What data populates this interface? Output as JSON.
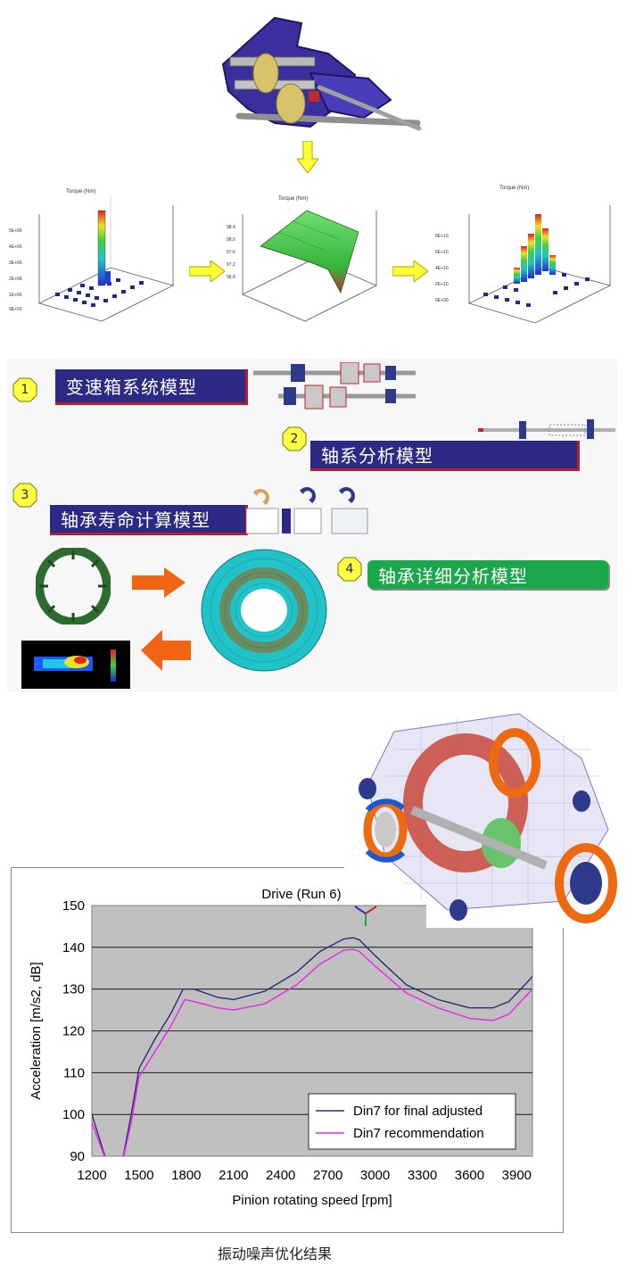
{
  "steps": [
    {
      "number": "1",
      "label": "变速箱系统模型"
    },
    {
      "number": "2",
      "label": "轴系分析模型"
    },
    {
      "number": "3",
      "label": "轴承寿命计算模型"
    },
    {
      "number": "4",
      "label": "轴承详细分析模型"
    }
  ],
  "caption": "振动噪声优化结果",
  "colors": {
    "banner_blue": "#2d2a86",
    "banner_green": "#1aa84b",
    "arrow_yellow": "#ffff33",
    "arrow_orange": "#f06414"
  },
  "chart_data": {
    "type": "line",
    "title": "Drive (Run 6)",
    "xlabel": "Pinion rotating speed [rpm]",
    "ylabel": "Acceleration [m/s2, dB]",
    "xlim": [
      1200,
      4000
    ],
    "ylim": [
      90,
      150
    ],
    "xticks": [
      1200,
      1500,
      1800,
      2100,
      2400,
      2700,
      3000,
      3300,
      3600,
      3900
    ],
    "yticks": [
      90,
      100,
      110,
      120,
      130,
      140,
      150
    ],
    "legend": "inside-bottom-right",
    "grid": true,
    "series": [
      {
        "name": "Din7 for final adjusted",
        "color": "#2b2b7a",
        "x": [
          1200,
          1300,
          1390,
          1450,
          1500,
          1600,
          1700,
          1780,
          1850,
          2000,
          2100,
          2300,
          2500,
          2650,
          2800,
          2860,
          2900,
          3000,
          3200,
          3400,
          3600,
          3750,
          3850,
          3950,
          4000
        ],
        "y": [
          100,
          88,
          88,
          100,
          111,
          118,
          124,
          130,
          130,
          128,
          127.5,
          129.5,
          134,
          139,
          142,
          142.3,
          141.8,
          138,
          131,
          127.5,
          125.5,
          125.5,
          127,
          131,
          133
        ]
      },
      {
        "name": "Din7 recommendation",
        "color": "#ee22ee",
        "x": [
          1200,
          1300,
          1390,
          1450,
          1500,
          1600,
          1700,
          1790,
          1850,
          2000,
          2100,
          2300,
          2500,
          2650,
          2800,
          2860,
          2900,
          3000,
          3200,
          3400,
          3600,
          3750,
          3850,
          3950,
          4000
        ],
        "y": [
          98,
          88,
          88,
          98,
          109,
          115,
          121,
          127.5,
          127,
          125.5,
          125,
          126.5,
          131,
          136,
          139.3,
          139.5,
          139,
          135.5,
          129,
          125.5,
          123,
          122.5,
          124,
          128,
          130
        ]
      }
    ]
  }
}
